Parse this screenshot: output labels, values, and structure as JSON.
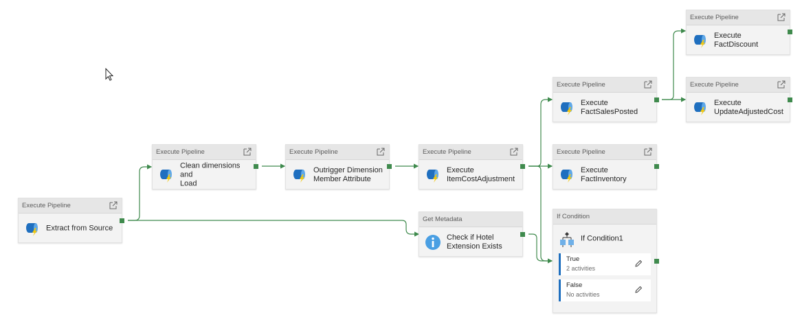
{
  "nodes": {
    "extract": {
      "type": "Execute Pipeline",
      "label": "Extract from Source"
    },
    "clean": {
      "type": "Execute Pipeline",
      "label": "Clean dimensions and\nLoad"
    },
    "outrigger": {
      "type": "Execute Pipeline",
      "label": "Outrigger Dimension\nMember Attribute"
    },
    "itemcost": {
      "type": "Execute Pipeline",
      "label": "Execute\nItemCostAdjustment"
    },
    "metadata": {
      "type": "Get Metadata",
      "label": "Check if Hotel\nExtension Exists"
    },
    "salesposted": {
      "type": "Execute Pipeline",
      "label": "Execute\nFactSalesPosted"
    },
    "inventory": {
      "type": "Execute Pipeline",
      "label": "Execute FactInventory"
    },
    "discount": {
      "type": "Execute Pipeline",
      "label": "Execute FactDiscount"
    },
    "updateadj": {
      "type": "Execute Pipeline",
      "label": "Execute\nUpdateAdjustedCost"
    },
    "ifcond": {
      "type": "If Condition",
      "label": "If Condition1",
      "true_branch": {
        "title": "True",
        "activities": "2 activities"
      },
      "false_branch": {
        "title": "False",
        "activities": "No activities"
      }
    }
  },
  "icons": {
    "execute_pipeline": "pipeline-bolt-icon",
    "get_metadata": "info-icon",
    "if_condition": "if-condition-icon",
    "open": "open-external-icon",
    "edit": "pencil-icon"
  },
  "colors": {
    "connector": "#3f8a4d",
    "branch_accent": "#1f6fbf",
    "pipeline_icon": "#1f6fbf",
    "bolt": "#f2c811",
    "info": "#4a9fe3"
  }
}
